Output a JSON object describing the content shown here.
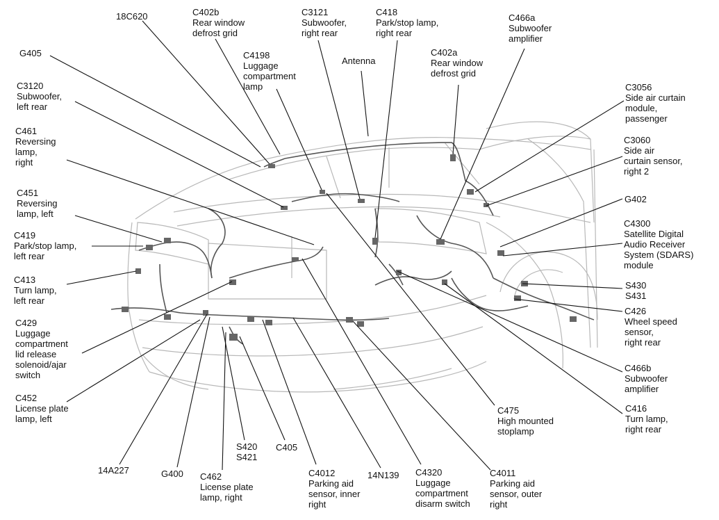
{
  "diagram": {
    "labels": [
      {
        "id": "18c620",
        "lines": [
          "18C620"
        ]
      },
      {
        "id": "c402b",
        "lines": [
          "C402b",
          "Rear window",
          "defrost grid"
        ]
      },
      {
        "id": "c3121",
        "lines": [
          "C3121",
          "Subwoofer,",
          "right rear"
        ]
      },
      {
        "id": "c418",
        "lines": [
          "C418",
          "Park/stop lamp,",
          "right rear"
        ]
      },
      {
        "id": "c466a",
        "lines": [
          "C466a",
          "Subwoofer",
          "amplifier"
        ]
      },
      {
        "id": "g405",
        "lines": [
          "G405"
        ]
      },
      {
        "id": "c4198",
        "lines": [
          "C4198",
          "Luggage",
          "compartment",
          "lamp"
        ]
      },
      {
        "id": "antenna",
        "lines": [
          "Antenna"
        ]
      },
      {
        "id": "c402a",
        "lines": [
          "C402a",
          "Rear window",
          "defrost grid"
        ]
      },
      {
        "id": "c3120",
        "lines": [
          "C3120",
          "Subwoofer,",
          "left rear"
        ]
      },
      {
        "id": "c3056",
        "lines": [
          "C3056",
          "Side air curtain",
          "module,",
          "passenger"
        ]
      },
      {
        "id": "c461",
        "lines": [
          "C461",
          "Reversing",
          "lamp,",
          "right"
        ]
      },
      {
        "id": "c3060",
        "lines": [
          "C3060",
          "Side air",
          "curtain sensor,",
          "right 2"
        ]
      },
      {
        "id": "c451",
        "lines": [
          "C451",
          "Reversing",
          "lamp, left"
        ]
      },
      {
        "id": "g402",
        "lines": [
          "G402"
        ]
      },
      {
        "id": "c419",
        "lines": [
          "C419",
          "Park/stop lamp,",
          "left rear"
        ]
      },
      {
        "id": "c4300",
        "lines": [
          "C4300",
          "Satellite Digital",
          "Audio Receiver",
          "System (SDARS)",
          "module"
        ]
      },
      {
        "id": "c413",
        "lines": [
          "C413",
          "Turn lamp,",
          "left rear"
        ]
      },
      {
        "id": "s430",
        "lines": [
          "S430",
          "S431"
        ]
      },
      {
        "id": "c426",
        "lines": [
          "C426",
          "Wheel speed",
          "sensor,",
          "right rear"
        ]
      },
      {
        "id": "c429",
        "lines": [
          "C429",
          "Luggage",
          "compartment",
          "lid release",
          "solenoid/ajar",
          "switch"
        ]
      },
      {
        "id": "c466b",
        "lines": [
          "C466b",
          "Subwoofer",
          "amplifier"
        ]
      },
      {
        "id": "c452",
        "lines": [
          "C452",
          "License plate",
          "lamp, left"
        ]
      },
      {
        "id": "c475",
        "lines": [
          "C475",
          "High mounted",
          "stoplamp"
        ]
      },
      {
        "id": "c416",
        "lines": [
          "C416",
          "Turn lamp,",
          "right rear"
        ]
      },
      {
        "id": "s420",
        "lines": [
          "S420",
          "S421"
        ]
      },
      {
        "id": "c405",
        "lines": [
          "C405"
        ]
      },
      {
        "id": "14a227",
        "lines": [
          "14A227"
        ]
      },
      {
        "id": "g400",
        "lines": [
          "G400"
        ]
      },
      {
        "id": "c462",
        "lines": [
          "C462",
          "License plate",
          "lamp, right"
        ]
      },
      {
        "id": "c4012",
        "lines": [
          "C4012",
          "Parking aid",
          "sensor, inner",
          "right"
        ]
      },
      {
        "id": "14n139",
        "lines": [
          "14N139"
        ]
      },
      {
        "id": "c4320",
        "lines": [
          "C4320",
          "Luggage",
          "compartment",
          "disarm switch"
        ]
      },
      {
        "id": "c4011",
        "lines": [
          "C4011",
          "Parking aid",
          "sensor, outer",
          "right"
        ]
      }
    ]
  }
}
